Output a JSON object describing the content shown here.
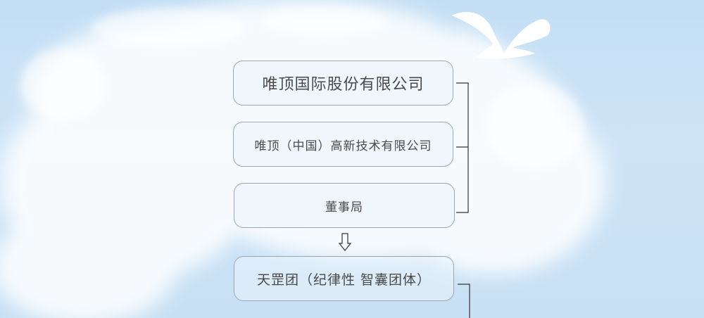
{
  "diagram": {
    "nodes": [
      {
        "id": "company",
        "label": "唯顶国际股份有限公司"
      },
      {
        "id": "subsidiary",
        "label": "唯顶（中国）高新技术有限公司"
      },
      {
        "id": "board",
        "label": "董事局"
      },
      {
        "id": "tiangang",
        "label": "天罡团（纪律性 智囊团体）"
      }
    ],
    "edges": [
      {
        "from": "company",
        "to": "board",
        "style": "bracket"
      },
      {
        "from": "subsidiary",
        "to": "board",
        "style": "bracket"
      },
      {
        "from": "board",
        "to": "tiangang",
        "style": "hollow-arrow"
      }
    ]
  },
  "colors": {
    "sky": "#c3def4",
    "cloud": "#ffffff",
    "border": "#9aa6b2",
    "text": "#4a4a4a",
    "line": "#333333"
  }
}
